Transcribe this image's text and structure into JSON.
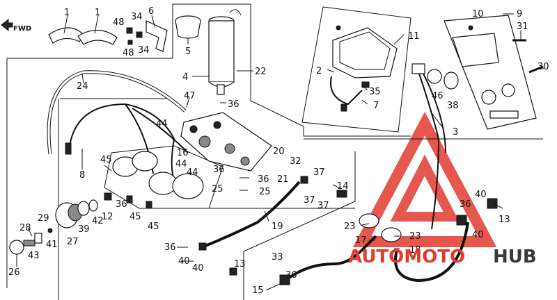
{
  "direction_label": "FWD",
  "watermark": {
    "text_red": "AUTOMOTO",
    "text_dark": "HUB",
    "color_red": "#e23b2e",
    "color_dark": "#3a3a3a"
  },
  "callouts": {
    "c1a": "1",
    "c1b": "1",
    "c48a": "48",
    "c34a": "34",
    "c6": "6",
    "c48b": "48",
    "c34b": "34",
    "c5": "5",
    "c4": "4",
    "c22": "22",
    "c36a": "36",
    "c47": "47",
    "c24": "24",
    "c10": "10",
    "c9": "9",
    "c11": "11",
    "c31": "31",
    "c2": "2",
    "c35": "35",
    "c7": "7",
    "c30": "30",
    "c46": "46",
    "c38": "38",
    "c3": "3",
    "c44a": "44",
    "c16": "16",
    "c44b": "44",
    "c44c": "44",
    "c8": "8",
    "c45a": "45",
    "c20": "20",
    "c32": "32",
    "c21": "21",
    "c36b": "36",
    "c36c": "36",
    "c25a": "25",
    "c25b": "25",
    "c37a": "37",
    "c37b": "37",
    "c37c": "37",
    "c14": "14",
    "c40a": "40",
    "c36d": "36",
    "c40b": "40",
    "c13a": "13",
    "c29": "29",
    "c28": "28",
    "c39": "39",
    "c27": "27",
    "c42": "42",
    "c12": "12",
    "c36e": "36",
    "c45b": "45",
    "c45c": "45",
    "c41": "41",
    "c43": "43",
    "c26": "26",
    "c19": "19",
    "c23a": "23",
    "c23b": "23",
    "c17": "17",
    "c18": "18",
    "c36f": "36",
    "c40c": "40",
    "c40d": "40",
    "c13b": "13",
    "c33": "33",
    "c36g": "36",
    "c15": "15"
  }
}
